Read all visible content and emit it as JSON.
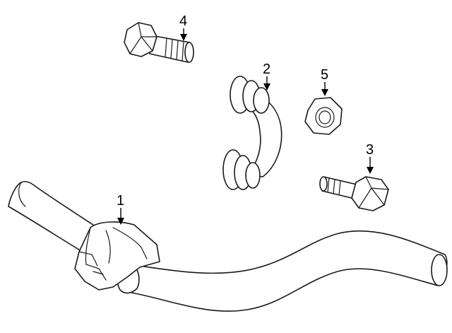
{
  "callouts": [
    {
      "number": "1",
      "part": "stabilizer-bar"
    },
    {
      "number": "2",
      "part": "stabilizer-link"
    },
    {
      "number": "3",
      "part": "bolt"
    },
    {
      "number": "4",
      "part": "bolt"
    },
    {
      "number": "5",
      "part": "nut"
    }
  ]
}
